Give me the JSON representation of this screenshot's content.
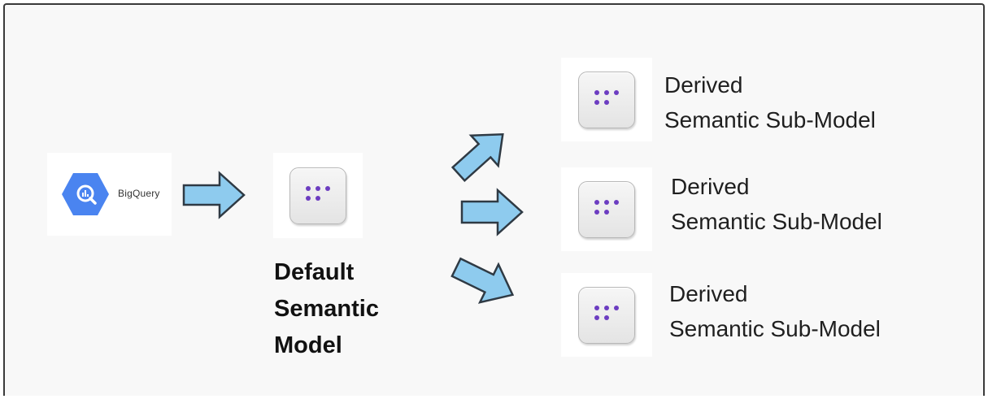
{
  "colors": {
    "arrow_fill": "#8ecbee",
    "arrow_stroke": "#2f3a44",
    "bigquery_blue": "#4a84f0",
    "dot_purple": "#6c3dc1"
  },
  "source": {
    "icon": "bigquery-hexagon-icon",
    "label": "BigQuery"
  },
  "default_model": {
    "icon": "semantic-model-icon",
    "label_lines": [
      "Default",
      "Semantic",
      "Model"
    ]
  },
  "derived_models": [
    {
      "icon": "semantic-model-icon",
      "line1": "Derived",
      "line2": "Semantic Sub-Model"
    },
    {
      "icon": "semantic-model-icon",
      "line1": "Derived",
      "line2": "Semantic Sub-Model"
    },
    {
      "icon": "semantic-model-icon",
      "line1": "Derived",
      "line2": "Semantic Sub-Model"
    }
  ],
  "connectors": [
    "arrow-right",
    "arrow-up-right",
    "arrow-right",
    "arrow-down-right"
  ]
}
